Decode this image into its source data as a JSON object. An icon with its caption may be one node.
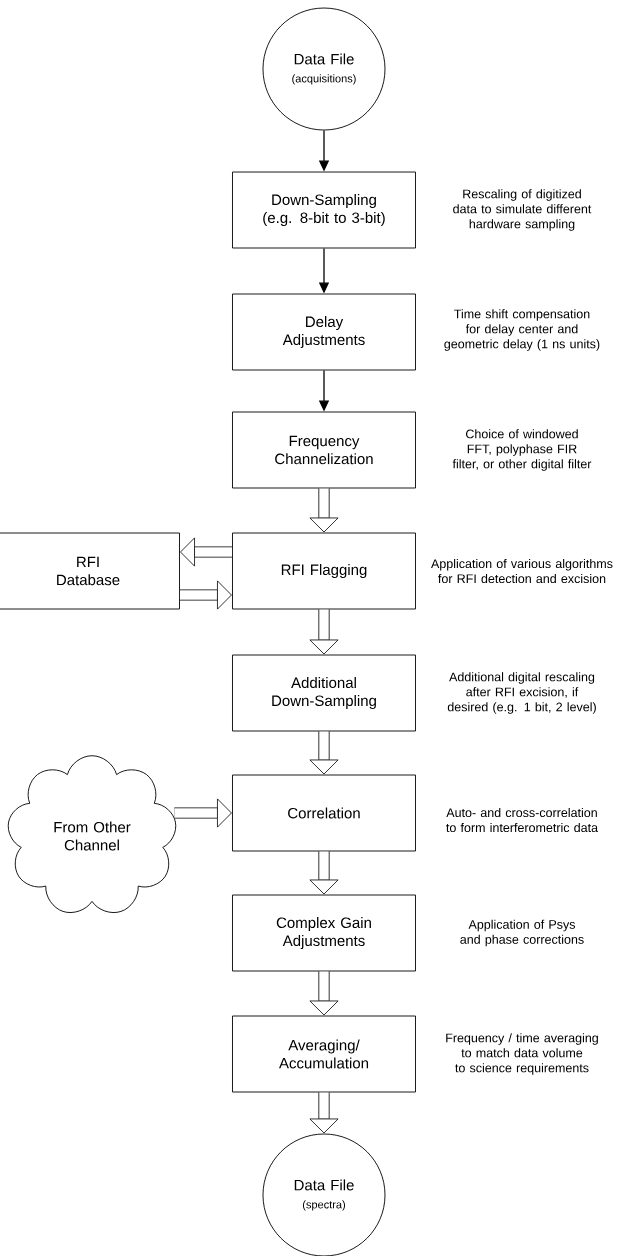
{
  "diagram": {
    "nodes": [
      {
        "text": [
          "Data File",
          "(acquisitions)"
        ]
      },
      {
        "text": [
          "Down-Sampling",
          "(e.g. 8-bit to 3-bit)"
        ],
        "beside": [
          "Rescaling of digitized data to simulate different hardware sampling"
        ]
      },
      {
        "text": [
          "Delay Adjustments"
        ],
        "beside": [
          "Time shift compensation for delay center and geometric delay (1 ns units)"
        ]
      },
      {
        "text": [
          "Frequency Channelization"
        ],
        "beside": [
          "Choice of windowed FFT, polyphase FIR filter, or other digital filter"
        ]
      },
      {
        "text": [
          "RFI Database"
        ]
      },
      {
        "text": [
          "RFI Flagging"
        ],
        "beside": [
          "Application of various algorithms for RFI detection and excision"
        ]
      },
      {
        "text": [
          "Additional Down-Sampling"
        ],
        "beside": [
          "Additional digital rescaling after RFI excision, if desired (e.g. 1 bit, 2 level)"
        ]
      },
      {
        "text": [
          "From Other Channel"
        ]
      },
      {
        "text": [
          "Correlation"
        ],
        "beside": [
          "Auto- and cross-correlation to form interferometric data"
        ]
      },
      {
        "text": [
          "Complex Gain Adjustments"
        ],
        "beside": [
          "Application of Psys and phase corrections"
        ]
      },
      {
        "text": [
          "Averaging/Accumulation"
        ],
        "beside": [
          "Frequency / time averaging to match data volume to science requirements"
        ]
      },
      {
        "text": [
          "Data File",
          "(spectra)"
        ]
      }
    ],
    "edges": [
      {
        "from": 0,
        "to": 1,
        "arrow": "to"
      },
      {
        "from": 1,
        "to": 2,
        "arrow": "to"
      },
      {
        "from": 2,
        "to": 3,
        "arrow": "to"
      },
      {
        "from": 3,
        "to": 5,
        "arrow": "to"
      },
      {
        "from": 5,
        "to": 4,
        "arrow": "to"
      },
      {
        "from": 4,
        "to": 5,
        "arrow": "to"
      },
      {
        "from": 5,
        "to": 6,
        "arrow": "to"
      },
      {
        "from": 6,
        "to": 8,
        "arrow": "to"
      },
      {
        "from": 7,
        "to": 8,
        "arrow": "to"
      },
      {
        "from": 8,
        "to": 9,
        "arrow": "to"
      },
      {
        "from": 9,
        "to": 10,
        "arrow": "to"
      },
      {
        "from": 10,
        "to": 11,
        "arrow": "to"
      }
    ]
  }
}
